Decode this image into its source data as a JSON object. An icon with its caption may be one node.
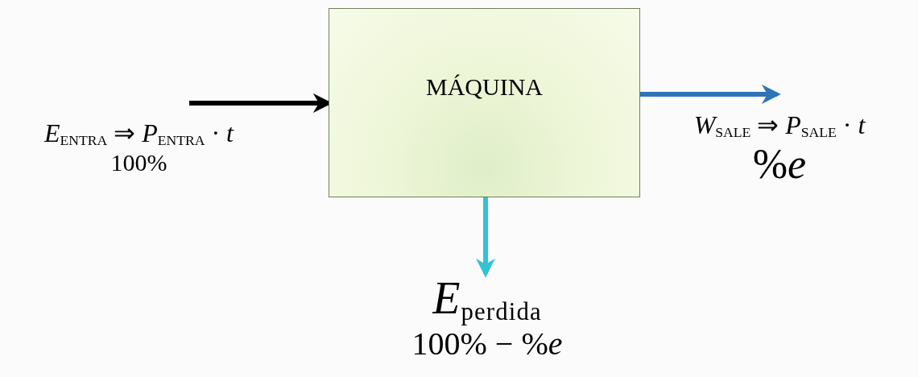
{
  "diagram": {
    "nodes": [
      {
        "text": [
          "MÁQUINA"
        ]
      },
      {
        "text": [
          "*E*$_{ENTRA}$ ⇒ *P*$_{ENTRA}$ · *t*",
          "100%"
        ]
      },
      {
        "text": [
          "*W*$_{SALE}$ ⇒ *P*$_{SALE}$ · *t*",
          "%*e*"
        ]
      },
      {
        "text": [
          "*E*$_{perdida}$",
          "100% − %*e*"
        ]
      }
    ],
    "edges": [
      {
        "from": 1,
        "to": 0,
        "arrow": "to",
        "color": "#000000"
      },
      {
        "from": 0,
        "to": 2,
        "arrow": "to",
        "color": "#2e75b6"
      },
      {
        "from": 0,
        "to": 3,
        "arrow": "to",
        "color": "#33c3d3"
      }
    ]
  }
}
